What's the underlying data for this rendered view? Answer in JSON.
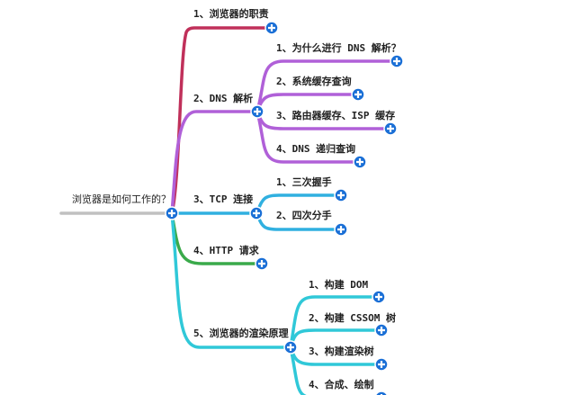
{
  "root": {
    "label": "浏览器是如何工作的？"
  },
  "branches": [
    {
      "label": "1、浏览器的职责",
      "color": "#c0305a",
      "children": []
    },
    {
      "label": "2、DNS 解析",
      "color": "#b060d8",
      "children": [
        {
          "label": "1、为什么进行 DNS 解析？"
        },
        {
          "label": "2、系统缓存查询"
        },
        {
          "label": "3、路由器缓存、ISP 缓存"
        },
        {
          "label": "4、DNS 递归查询"
        }
      ]
    },
    {
      "label": "3、TCP 连接",
      "color": "#30b0e0",
      "children": [
        {
          "label": "1、三次握手"
        },
        {
          "label": "2、四次分手"
        }
      ]
    },
    {
      "label": "4、HTTP 请求",
      "color": "#3aaa4a",
      "children": []
    },
    {
      "label": "5、浏览器的渲染原理",
      "color": "#30c8d8",
      "children": [
        {
          "label": "1、构建 DOM"
        },
        {
          "label": "2、构建 CSSOM 树"
        },
        {
          "label": "3、构建渲染树"
        },
        {
          "label": "4、合成、绘制"
        }
      ]
    }
  ],
  "colors": {
    "root_line": "#c0c0c0",
    "node": "#1a6fd6"
  },
  "icons": {
    "expand": "plus-circle-icon"
  }
}
